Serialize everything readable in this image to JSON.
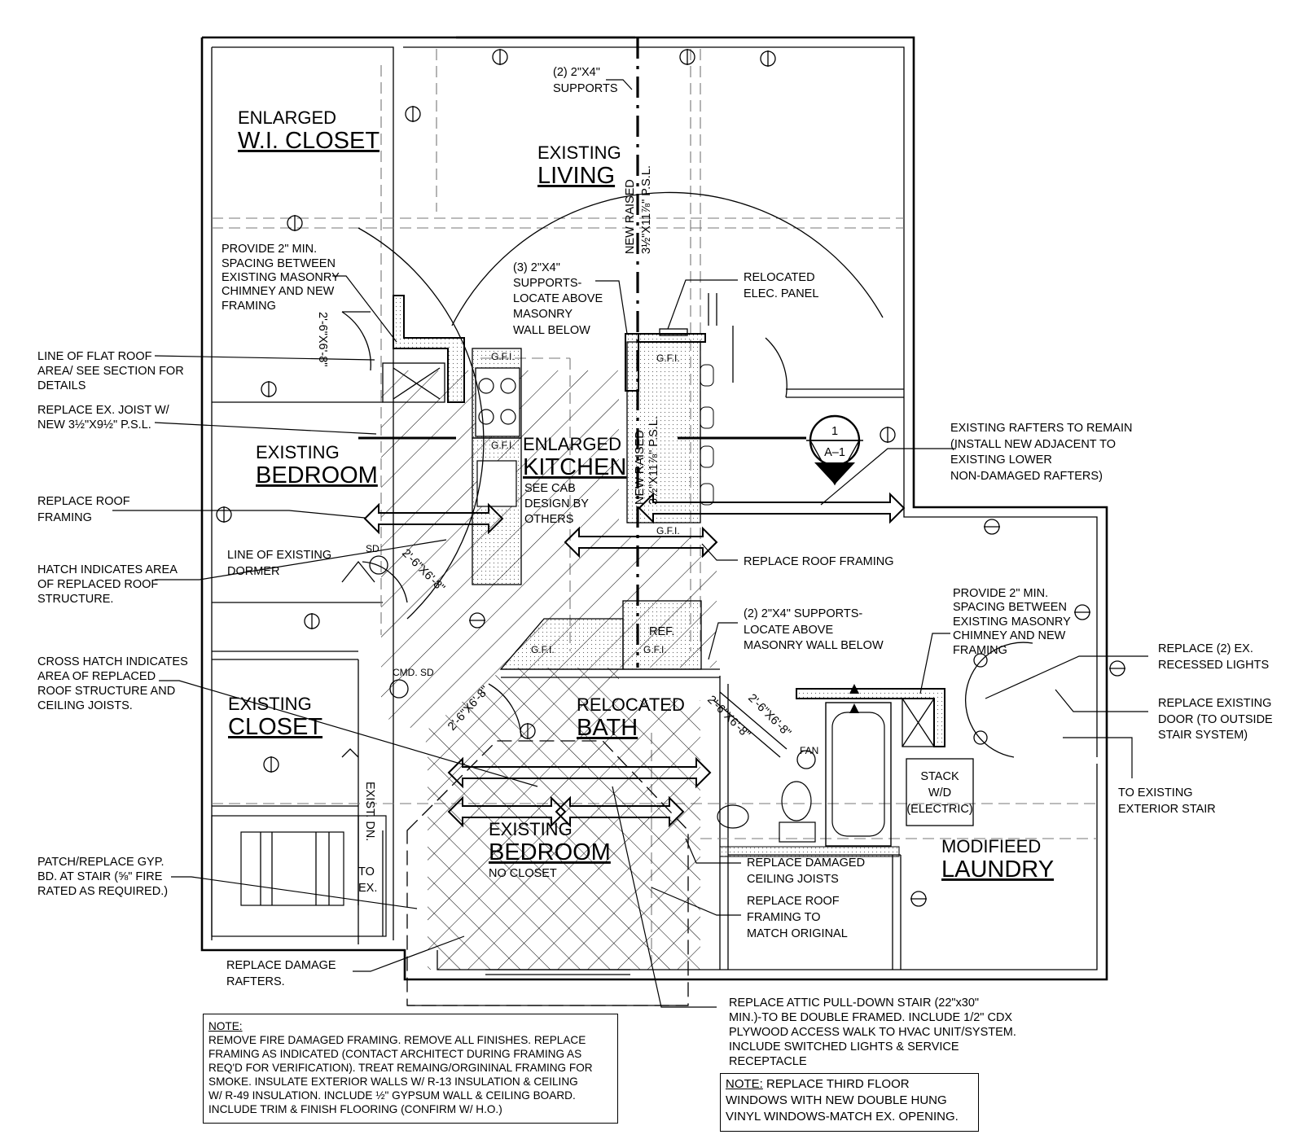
{
  "rooms": {
    "wi_closet": {
      "line1": "ENLARGED",
      "line2": "W.I. CLOSET"
    },
    "living": {
      "line1": "EXISTING",
      "line2": "LIVING"
    },
    "bedroom_left": {
      "line1": "EXISTING",
      "line2": "BEDROOM"
    },
    "kitchen": {
      "line1": "ENLARGED",
      "line2": "KITCHEN",
      "sub1": "SEE CAB",
      "sub2": "DESIGN BY",
      "sub3": "OTHERS"
    },
    "closet": {
      "line1": "EXISTING",
      "line2": "CLOSET"
    },
    "bath": {
      "line1": "RELOCATED",
      "line2": "BATH"
    },
    "bedroom_bottom": {
      "line1": "EXISTING",
      "line2": "BEDROOM",
      "sub": "NO CLOSET"
    },
    "laundry": {
      "line1": "MODIFIEED",
      "line2": "LAUNDRY"
    }
  },
  "fixtures": {
    "ref": "REF.",
    "stack1": "STACK",
    "stack2": "W/D",
    "stack3": "(ELECTRIC)",
    "fan": "FAN",
    "gfi": "G.F.I.",
    "cmd_sd": "CMD. SD",
    "sd": "SD",
    "exist_dn": "EXIST. DN.",
    "to_ex1": "TO",
    "to_ex2": "EX."
  },
  "dimensions": {
    "door_a": "2'-6\"X6'-8\"",
    "door_b": "2'-6\"X6'-8\"",
    "door_c": "2'-6\"X6'-8\"",
    "door_d": "2'-6\"X6'-8\"",
    "door_e": "2'-6\"X6'-8\""
  },
  "beams": {
    "upper1": "NEW RAISED",
    "upper2": "3½\"X11⅞\" P.S.L.",
    "lower1": "NEW RAISED",
    "lower2": "3½\"X11⅞\" P.S.L."
  },
  "section_marker": {
    "number": "1",
    "sheet": "A–1"
  },
  "annotations": {
    "supports_top": [
      "(2) 2\"X4\"",
      "SUPPORTS"
    ],
    "chimney_left": [
      "PROVIDE 2\" MIN.",
      "SPACING BETWEEN",
      "EXISTING MASONRY",
      "CHIMNEY AND NEW",
      "FRAMING"
    ],
    "supports_mid": [
      "(3) 2\"X4\"",
      "SUPPORTS-",
      "LOCATE ABOVE",
      "MASONRY",
      "WALL BELOW"
    ],
    "elec_panel": [
      "RELOCATED",
      "ELEC. PANEL"
    ],
    "flat_roof": [
      "LINE OF FLAT ROOF",
      "AREA/ SEE SECTION FOR",
      "DETAILS"
    ],
    "joist": [
      "REPLACE EX. JOIST W/",
      "NEW 3½\"X9½\" P.S.L."
    ],
    "rafters_remain": [
      "EXISTING RAFTERS TO REMAIN",
      "(INSTALL NEW ADJACENT TO",
      "EXISTING LOWER",
      "NON-DAMAGED RAFTERS)"
    ],
    "roof_framing_left": [
      "REPLACE ROOF",
      "FRAMING"
    ],
    "roof_framing_mid": [
      "REPLACE ROOF FRAMING"
    ],
    "hatch": [
      "HATCH INDICATES AREA",
      "OF REPLACED ROOF",
      "STRUCTURE."
    ],
    "dormer": [
      "LINE OF EXISTING",
      "DORMER"
    ],
    "supports_low": [
      "(2) 2\"X4\" SUPPORTS-",
      "LOCATE ABOVE",
      "MASONRY WALL BELOW"
    ],
    "chimney_right": [
      "PROVIDE 2\" MIN.",
      "SPACING BETWEEN",
      "EXISTING MASONRY",
      "CHIMNEY AND NEW",
      "FRAMING"
    ],
    "recessed": [
      "REPLACE (2) EX.",
      "RECESSED LIGHTS"
    ],
    "cross_hatch": [
      "CROSS HATCH INDICATES",
      "AREA OF REPLACED",
      "ROOF STRUCTURE AND",
      "CEILING JOISTS."
    ],
    "door_outside": [
      "REPLACE EXISTING",
      "DOOR (TO OUTSIDE",
      "STAIR SYSTEM)"
    ],
    "ext_stair": [
      "TO EXISTING",
      "EXTERIOR STAIR"
    ],
    "gyp": [
      "PATCH/REPLACE GYP.",
      "BD. AT STAIR (⅝\" FIRE",
      "RATED AS REQUIRED.)"
    ],
    "ceiling_joists": [
      "REPLACE DAMAGED",
      "CEILING JOISTS"
    ],
    "roof_match": [
      "REPLACE ROOF",
      "FRAMING TO",
      "MATCH ORIGINAL"
    ],
    "damage_rafters": [
      "REPLACE DAMAGE",
      "RAFTERS."
    ],
    "attic_stair": [
      "REPLACE ATTIC PULL-DOWN STAIR (22\"x30\"",
      "MIN.)-TO BE DOUBLE FRAMED. INCLUDE 1/2\" CDX",
      "PLYWOOD ACCESS WALK TO HVAC UNIT/SYSTEM.",
      "INCLUDE SWITCHED LIGHTS & SERVICE",
      "RECEPTACLE"
    ]
  },
  "note_main": {
    "head": "NOTE:",
    "lines": [
      "REMOVE FIRE DAMAGED FRAMING.  REMOVE ALL FINISHES.  REPLACE",
      "FRAMING AS INDICATED (CONTACT ARCHITECT DURING FRAMING AS",
      "REQ'D FOR VERIFICATION).  TREAT REMAING/ORGININAL FRAMING FOR",
      "SMOKE.  INSULATE EXTERIOR WALLS W/ R-13 INSULATION & CEILING",
      "W/ R-49 INSULATION.  INCLUDE ½\" GYPSUM WALL & CEILING BOARD.",
      "INCLUDE TRIM & FINISH FLOORING (CONFIRM W/ H.O.)"
    ]
  },
  "note_windows": {
    "head": "NOTE:",
    "text1": " REPLACE THIRD FLOOR",
    "lines": [
      "WINDOWS WITH NEW DOUBLE HUNG",
      "VINYL WINDOWS-MATCH EX. OPENING."
    ]
  }
}
